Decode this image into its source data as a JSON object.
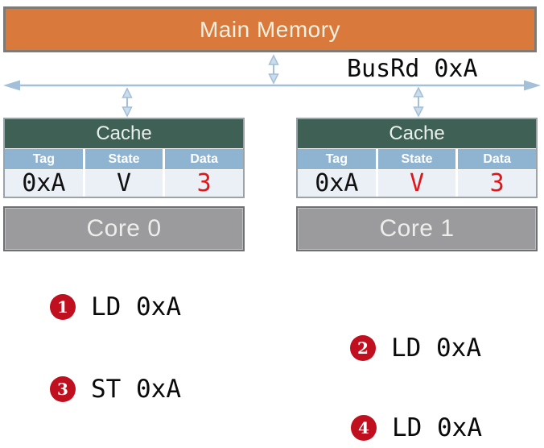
{
  "memory": {
    "label": "Main Memory"
  },
  "bus": {
    "label": "BusRd 0xA"
  },
  "caches": [
    {
      "title": "Cache",
      "headers": [
        "Tag",
        "State",
        "Data"
      ],
      "row": {
        "tag": "0xA",
        "state": "V",
        "data": "3"
      },
      "core_label": "Core 0"
    },
    {
      "title": "Cache",
      "headers": [
        "Tag",
        "State",
        "Data"
      ],
      "row": {
        "tag": "0xA",
        "state": "V",
        "data": "3"
      },
      "core_label": "Core 1"
    }
  ],
  "operations": [
    {
      "num": "1",
      "label": "LD 0xA"
    },
    {
      "num": "2",
      "label": "LD 0xA"
    },
    {
      "num": "3",
      "label": "ST 0xA"
    },
    {
      "num": "4",
      "label": "LD 0xA"
    }
  ],
  "colors": {
    "memory_fill": "#D9793B",
    "memory_border": "#7E7A75",
    "memory_text": "#F7F0DF",
    "bus_blue": "#A4BFD8",
    "arrow_head_fill": "#CBDCEA",
    "cache_header_fill": "#3F6054",
    "cache_header_text": "#E9EFEB",
    "cache_border": "#9CA3A8",
    "table_header_fill": "#8FB4D2",
    "table_header_text": "#FFFFFF",
    "table_row_fill": "#EAF0F6",
    "core_fill": "#9B9B9D",
    "core_border": "#6E7174",
    "core_text": "#EDEDEB",
    "value_text": "#111111",
    "value_highlight": "#E0161A",
    "badge_red": "#C00F1E"
  }
}
